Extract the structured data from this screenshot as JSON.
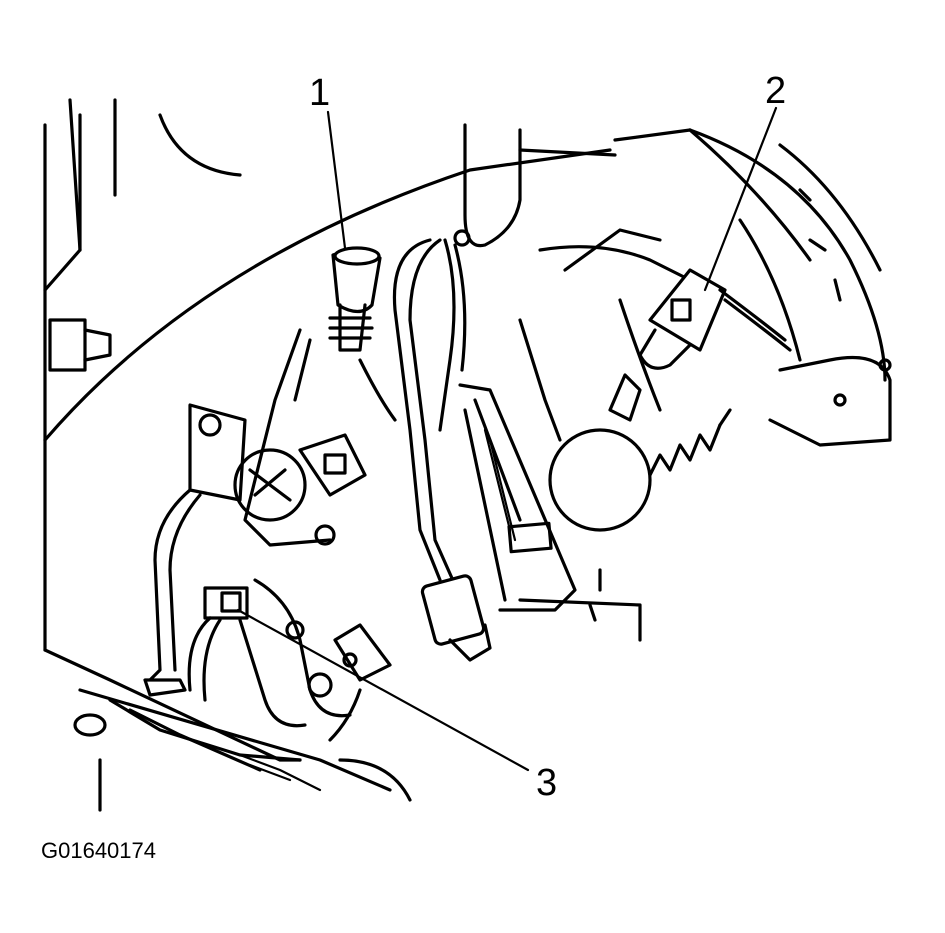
{
  "callouts": [
    {
      "label": "1"
    },
    {
      "label": "2"
    },
    {
      "label": "3"
    }
  ],
  "figure_id": "G01640174"
}
